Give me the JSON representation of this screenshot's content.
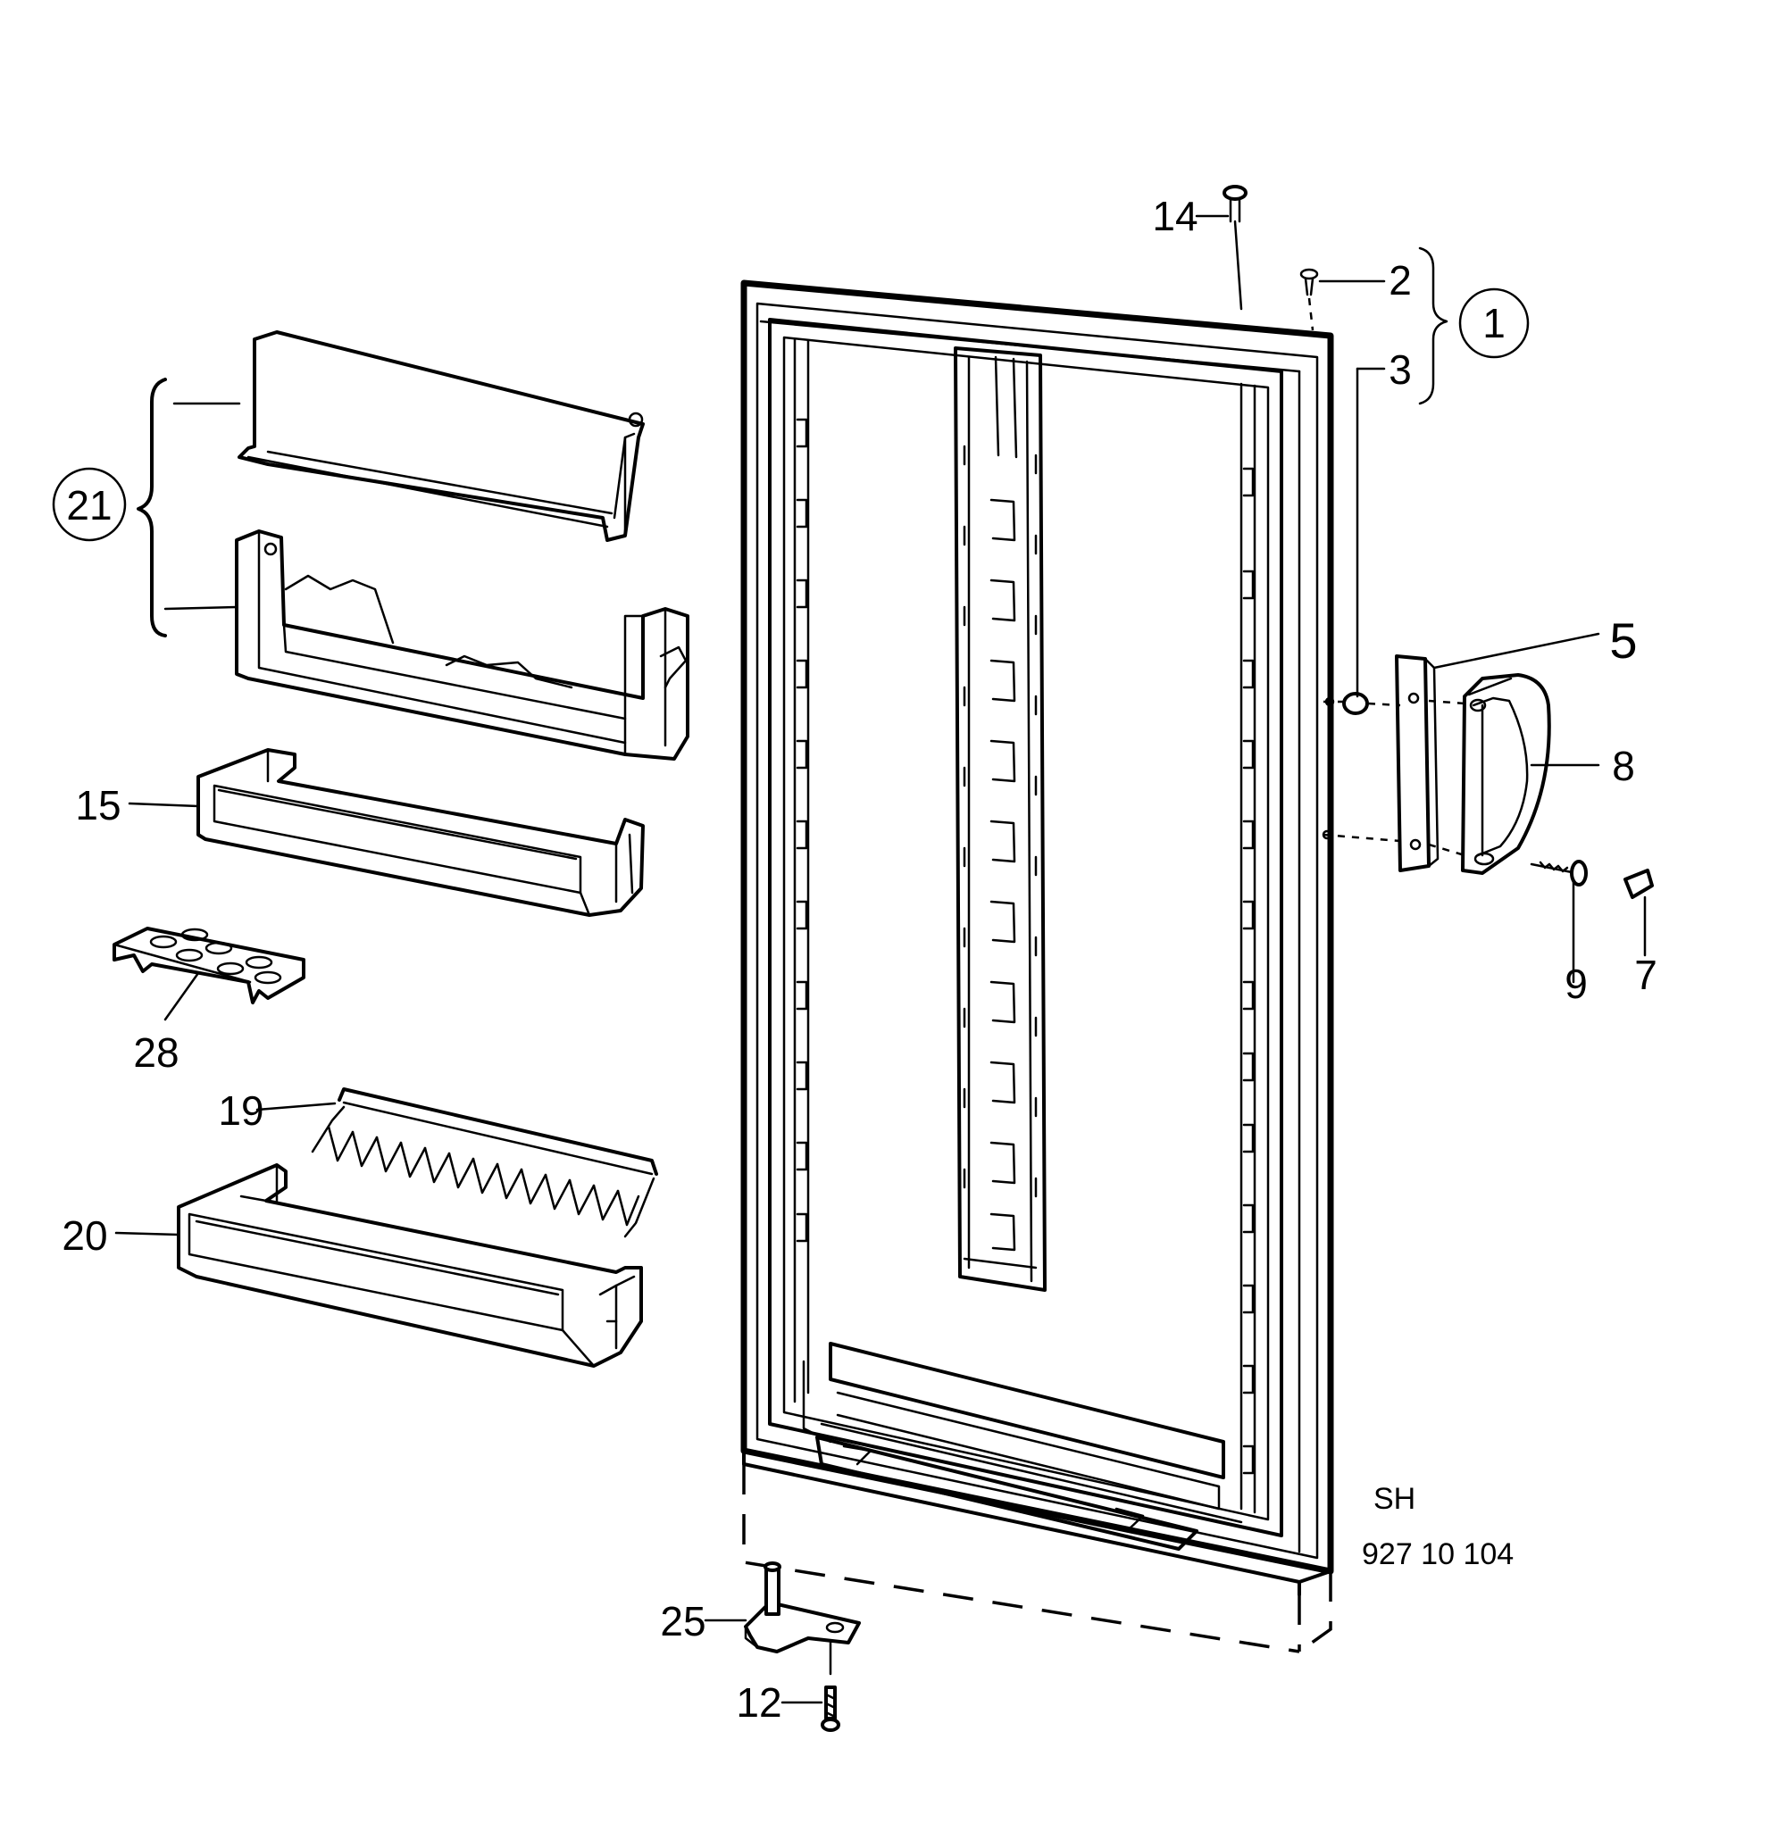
{
  "diagram": {
    "labels": {
      "p1": "1",
      "p2": "2",
      "p3": "3",
      "p5": "5",
      "p7": "7",
      "p8": "8",
      "p9": "9",
      "p12": "12",
      "p14": "14",
      "p15": "15",
      "p19": "19",
      "p20": "20",
      "p21": "21",
      "p25": "25",
      "p28": "28"
    },
    "code_top": "SH",
    "code_bottom": "927 10 104"
  }
}
